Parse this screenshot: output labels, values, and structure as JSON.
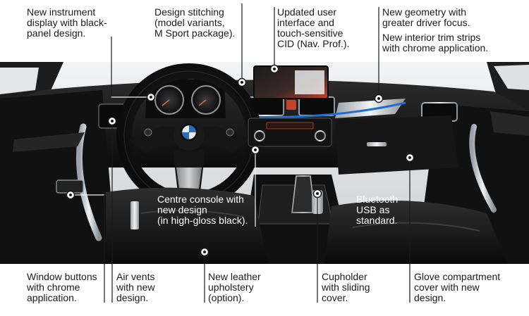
{
  "callouts": {
    "instrument_display": "New instrument\ndisplay with black-\npanel design.",
    "design_stitching": "Design stitching\n(model variants,\nM Sport package).",
    "user_interface": "Updated user\ninterface and\ntouch-sensitive\nCID (Nav. Prof.).",
    "new_geometry": "New geometry with\ngreater driver focus.",
    "trim_strips": "New interior trim strips\nwith chrome application.",
    "centre_console": "Centre console with\nnew design\n(in high-gloss black).",
    "bluetooth_usb": "Bluetooth\nUSB as\nstandard.",
    "window_buttons": "Window buttons\nwith chrome\napplication.",
    "air_vents": "Air vents\nwith new\ndesign.",
    "leather_upholstery": "New leather\nupholstery\n(option).",
    "cupholder": "Cupholder\nwith sliding\ncover.",
    "glove_compartment": "Glove compartment\ncover with new\ndesign."
  },
  "colors": {
    "background": "#ffffff",
    "text": "#1a1a1a",
    "interior_dark": "#141414",
    "interior_mid": "#2a2a2a",
    "chrome": "#cfd3d6",
    "blue_accent": "#1f6fd1",
    "screen_glow": "#c2442b"
  }
}
